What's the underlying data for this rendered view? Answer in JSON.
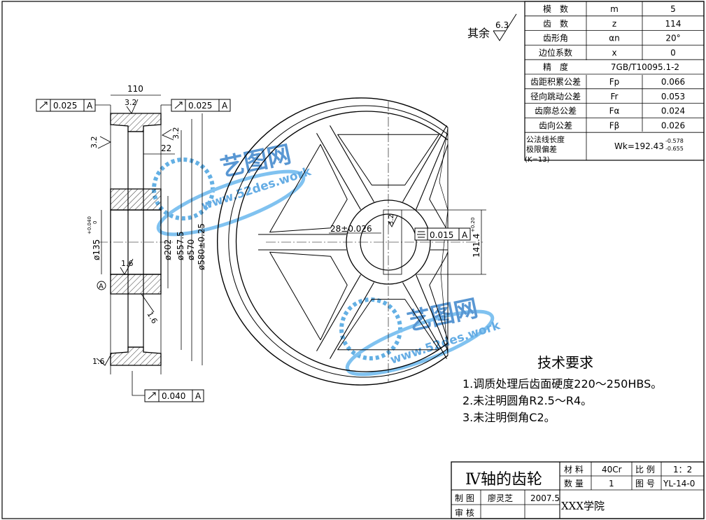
{
  "surface_finish": {
    "label": "其余",
    "value": "6.3"
  },
  "params_table": [
    {
      "name": "模　数",
      "symbol": "m",
      "value": "5"
    },
    {
      "name": "齿　数",
      "symbol": "z",
      "value": "114"
    },
    {
      "name": "齿形角",
      "symbol": "αn",
      "value": "20°"
    },
    {
      "name": "边位系数",
      "symbol": "x",
      "value": "0"
    },
    {
      "name": "精　度",
      "symbol": "",
      "value": "7GB/T10095.1-2"
    },
    {
      "name": "齿距积累公差",
      "symbol": "Fp",
      "value": "0.066"
    },
    {
      "name": "径向跳动公差",
      "symbol": "Fr",
      "value": "0.053"
    },
    {
      "name": "齿廓总公差",
      "symbol": "Fα",
      "value": "0.024"
    },
    {
      "name": "齿向公差",
      "symbol": "Fβ",
      "value": "0.026"
    }
  ],
  "wk_row": {
    "label_1": "公法线长度",
    "label_2": "极限偏差",
    "label_3": "(K=13)",
    "value": "Wk=192.43",
    "upper": "-0.578",
    "lower": "-0.655"
  },
  "tolerances": {
    "left_runout": "0.025",
    "right_runout": "0.025",
    "bottom_runout": "0.040",
    "keyway_sym": "0.015",
    "datum": "A"
  },
  "dims": {
    "width": "110",
    "rough_top": "3.2",
    "rough_left": "3.2",
    "rough_right": "3.2",
    "web": "22",
    "bore": "ø135",
    "bore_tol": "+0.040",
    "bore_tol_low": "0",
    "d202": "ø202",
    "d557": "ø557.5",
    "d570": "ø570",
    "d580": "ø580±0.25",
    "r16a": "1.6",
    "r16b": "1.6",
    "r16c": "1.6",
    "keyway_w": "28±0.026",
    "keyway_rough": "3.2",
    "keyway_h": "141.4",
    "keyway_h_tol": "+0.20"
  },
  "requirements": {
    "title": "技术要求",
    "items": [
      "1.调质处理后齿面硬度220～250HBS。",
      "2.未注明圆角R2.5～R4。",
      "3.未注明倒角C2。"
    ]
  },
  "title_block": {
    "part_name": "Ⅳ轴的齿轮",
    "material_label": "材 料",
    "material": "40Cr",
    "scale_label": "比 例",
    "scale": "1：2",
    "qty_label": "数 量",
    "qty": "1",
    "drawing_no_label": "图 号",
    "drawing_no": "YL-14-0",
    "drawn_label": "制 图",
    "drawn_by": "廖灵芝",
    "date": "2007.5",
    "check_label": "审 核",
    "school": "XXX学院"
  },
  "watermark": {
    "cn": "艺图网",
    "url": "www.52des.work"
  }
}
